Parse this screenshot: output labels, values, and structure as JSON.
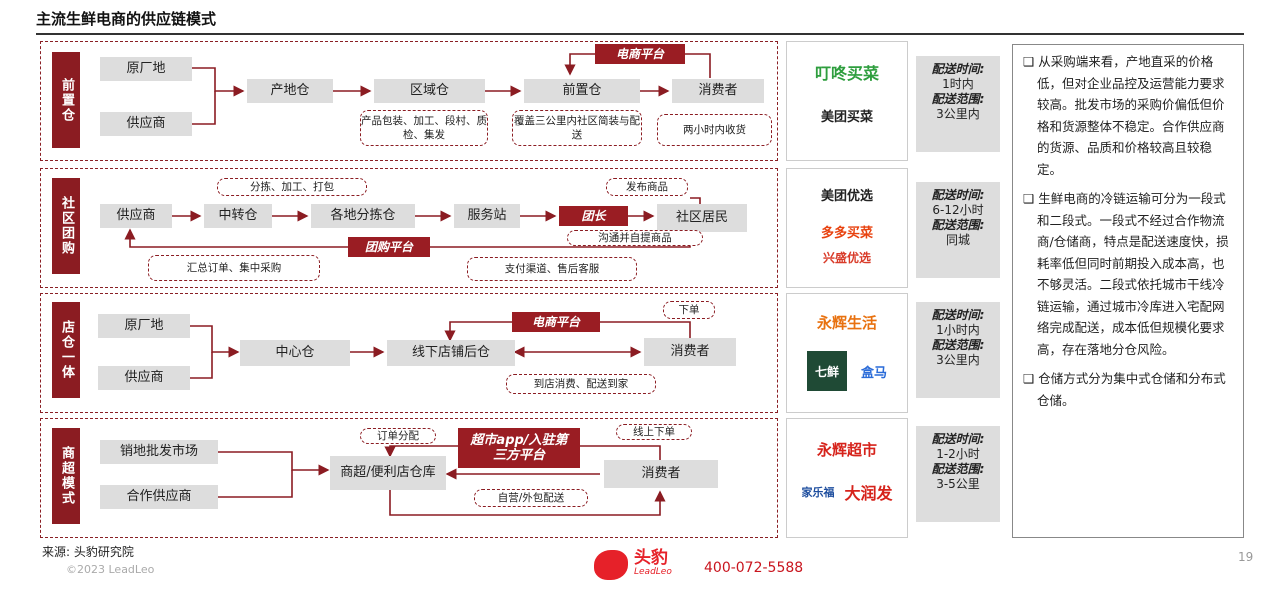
{
  "title": "主流生鲜电商的供应链模式",
  "rows": [
    {
      "label": "前置仓",
      "nodes": {
        "n1": "原厂地",
        "n2": "供应商",
        "n3": "产地仓",
        "n4": "区域仓",
        "n5": "前置仓",
        "n6": "消费者"
      },
      "platform": "电商平台",
      "notes": {
        "a": "产品包装、加工、段村、质检、集发",
        "b": "覆盖三公里内社区简装与配送",
        "c": "两小时内收货"
      },
      "logos": [
        "叮咚买菜",
        "美团买菜"
      ],
      "info": {
        "time_label": "配送时间:",
        "time": "1时内",
        "range_label": "配送范围:",
        "range": "3公里内"
      }
    },
    {
      "label": "社区团购",
      "nodes": {
        "n1": "供应商",
        "n2": "中转仓",
        "n3": "各地分拣仓",
        "n4": "服务站",
        "n5": "社区居民"
      },
      "leader": "团长",
      "platform": "团购平台",
      "notes": {
        "a": "分拣、加工、打包",
        "b": "发布商品",
        "c": "沟通并自提商品",
        "d": "汇总订单、集中采购",
        "e": "支付渠道、售后客服"
      },
      "logos": [
        "美团优选",
        "多多买菜",
        "兴盛优选"
      ],
      "info": {
        "time_label": "配送时间:",
        "time": "6-12小时",
        "range_label": "配送范围:",
        "range": "同城"
      }
    },
    {
      "label": "店仓一体",
      "nodes": {
        "n1": "原厂地",
        "n2": "供应商",
        "n3": "中心仓",
        "n4": "线下店铺后仓",
        "n5": "消费者"
      },
      "platform": "电商平台",
      "notes": {
        "a": "下单",
        "b": "到店消费、配送到家"
      },
      "logos": [
        "永辉生活",
        "七鲜",
        "盒马"
      ],
      "info": {
        "time_label": "配送时间:",
        "time": "1小时内",
        "range_label": "配送范围:",
        "range": "3公里内"
      }
    },
    {
      "label": "商超模式",
      "nodes": {
        "n1": "销地批发市场",
        "n2": "合作供应商",
        "n3": "商超/便利店仓库",
        "n4": "消费者"
      },
      "platform": "超市app/入驻第三方平台",
      "notes": {
        "a": "订单分配",
        "b": "线上下单",
        "c": "自营/外包配送"
      },
      "logos": [
        "永辉超市",
        "家乐福",
        "大润发"
      ],
      "info": {
        "time_label": "配送时间:",
        "time": "1-2小时",
        "range_label": "配送范围:",
        "range": "3-5公里"
      }
    }
  ],
  "bullets": [
    "从采购端来看，产地直采的价格低，但对企业品控及运营能力要求较高。批发市场的采购价偏低但价格和货源整体不稳定。合作供应商的货源、品质和价格较高且较稳定。",
    "生鲜电商的冷链运输可分为一段式和二段式。一段式不经过合作物流商/仓储商，特点是配送速度快，损耗率低但同时前期投入成本高，也不够灵活。二段式依托城市干线冷链运输，通过城市冷库进入宅配网络完成配送，成本低但规模化要求高，存在落地分仓风险。",
    "仓储方式分为集中式仓储和分布式仓储。"
  ],
  "bullet_mark": "❑",
  "footer": {
    "source": "来源:  头豹研究院",
    "copyright": "©2023 LeadLeo",
    "brand": "头豹",
    "brand_en": "LeadLeo",
    "phone": "400-072-5588",
    "page": "19"
  },
  "colors": {
    "accent": "#8b1c22",
    "node": "#dddddd"
  }
}
